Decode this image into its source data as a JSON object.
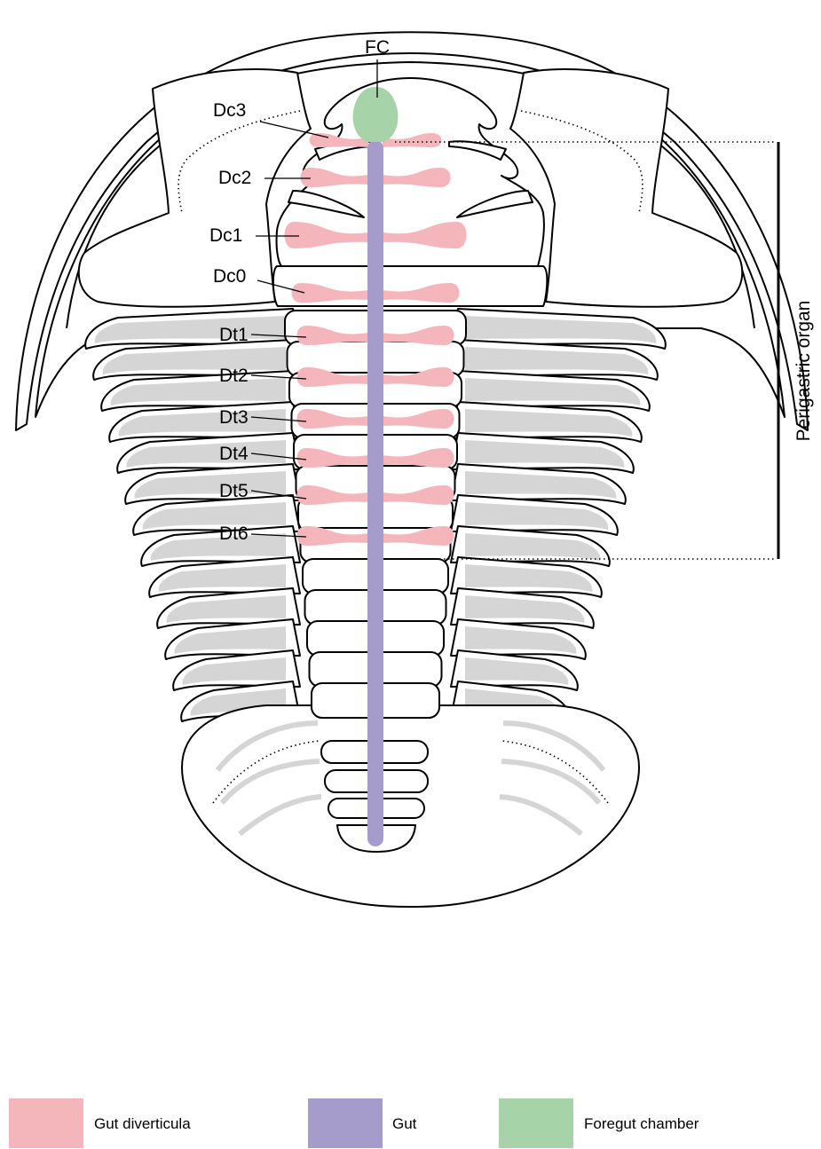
{
  "labels": {
    "fc": "FC",
    "dc3": "Dc3",
    "dc2": "Dc2",
    "dc1": "Dc1",
    "dc0": "Dc0",
    "dt1": "Dt1",
    "dt2": "Dt2",
    "dt3": "Dt3",
    "dt4": "Dt4",
    "dt5": "Dt5",
    "dt6": "Dt6"
  },
  "bracket": {
    "label": "Perigastric organ"
  },
  "legend": [
    {
      "label": "Gut diverticula",
      "color": "#f4b6bb"
    },
    {
      "label": "Gut",
      "color": "#a59ccc"
    },
    {
      "label": "Foregut chamber",
      "color": "#a6d4a8"
    }
  ],
  "colors": {
    "pleura_shading": "#d5d5d5",
    "outline": "#000000"
  }
}
